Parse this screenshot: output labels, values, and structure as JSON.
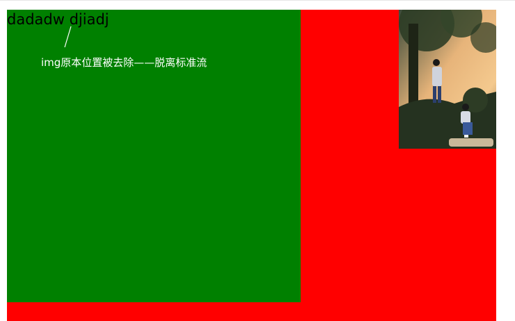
{
  "content": {
    "text": "dadadw djiadj",
    "annotation": "img原本位置被去除——脱离标准流"
  },
  "image": {
    "description_icon": "photo-two-people-outdoors"
  },
  "colors": {
    "outer_box": "#ff0000",
    "inner_box": "#008000",
    "text": "#000000",
    "annotation": "#ffffff"
  }
}
